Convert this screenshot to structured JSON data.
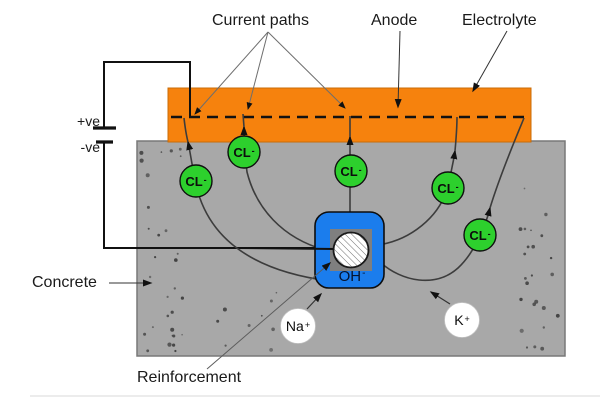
{
  "labels": {
    "current_paths": "Current paths",
    "anode": "Anode",
    "electrolyte": "Electrolyte",
    "positive_terminal": "+ve",
    "negative_terminal": "-ve",
    "concrete": "Concrete",
    "reinforcement": "Reinforcement"
  },
  "ions": {
    "chloride": {
      "symbol": "CL",
      "charge": "-"
    },
    "hydroxide": {
      "symbol": "OH",
      "charge": "-"
    },
    "sodium": {
      "symbol": "Na",
      "charge": "+"
    },
    "potassium": {
      "symbol": "K",
      "charge": "+"
    }
  },
  "colors": {
    "anode_orange": "#f6820d",
    "concrete_gray": "#a8a8a8",
    "chloride_green": "#2dd02d",
    "reinforcement_blue": "#1b7ded",
    "ion_white": "#ffffff",
    "speckle": "#3f3f3f"
  }
}
